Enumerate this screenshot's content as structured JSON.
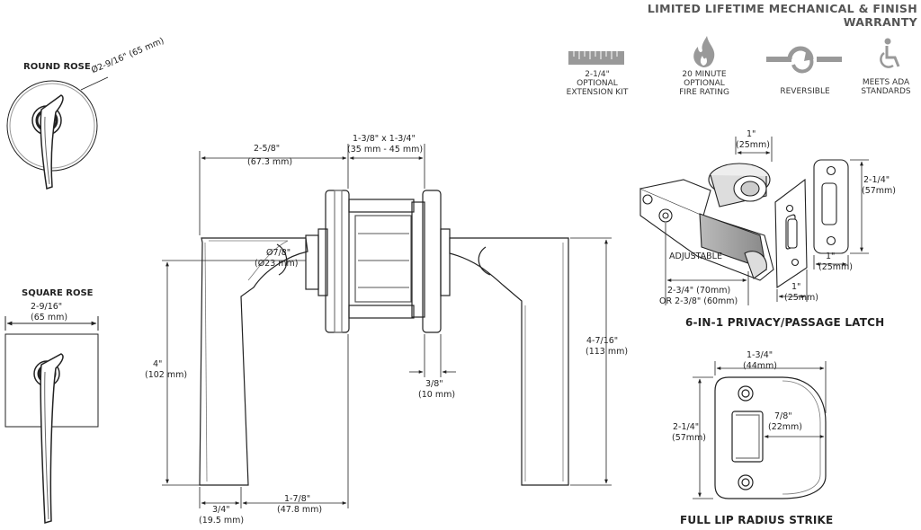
{
  "header": {
    "warranty": "LIMITED LIFETIME MECHANICAL & FINISH WARRANTY"
  },
  "features": [
    {
      "icon": "ruler-icon",
      "lines": [
        "2-1/4\"",
        "OPTIONAL",
        "EXTENSION KIT"
      ]
    },
    {
      "icon": "flame-icon",
      "lines": [
        "20 MINUTE",
        "OPTIONAL",
        "FIRE RATING"
      ]
    },
    {
      "icon": "reversible-arrow-icon",
      "lines": [
        "REVERSIBLE"
      ]
    },
    {
      "icon": "wheelchair-icon",
      "lines": [
        "MEETS ADA",
        "STANDARDS"
      ]
    }
  ],
  "round_rose": {
    "title": "ROUND ROSE",
    "dia": "Ø2-9/16\" (65 mm)"
  },
  "square_rose": {
    "title": "SQUARE ROSE",
    "width_in": "2-9/16\"",
    "width_mm": "(65 mm)"
  },
  "lever_dims": {
    "reach_in": "2-5/8\"",
    "reach_mm": "(67.3 mm)",
    "door_in": "1-3/8\" x 1-3/4\"",
    "door_mm": "(35 mm - 45 mm)",
    "dia_in": "Ø7/8\"",
    "dia_mm": "(Ø23 mm)",
    "height_in": "4\"",
    "height_mm": "(102 mm)",
    "full_in": "4-7/16\"",
    "full_mm": "(113 mm)",
    "gap_in": "3/8\"",
    "gap_mm": "(10 mm)",
    "tip_in": "3/4\"",
    "tip_mm": "(19.5 mm)",
    "base_in": "1-7/8\"",
    "base_mm": "(47.8 mm)"
  },
  "latch": {
    "title": "6-IN-1 PRIVACY/PASSAGE LATCH",
    "bolt_in": "1\"",
    "bolt_mm": "(25mm)",
    "plate_h_in": "2-1/4\"",
    "plate_h_mm": "(57mm)",
    "plate_w_in": "1\"",
    "plate_w_mm": "(25mm)",
    "face_w_in": "1\"",
    "face_w_mm": "(25mm)",
    "backset_1": "ADJUSTABLE",
    "backset_2": "2-3/4\" (70mm)",
    "backset_3": "OR 2-3/8\" (60mm)"
  },
  "strike": {
    "title": "FULL LIP RADIUS STRIKE",
    "width_in": "1-3/4\"",
    "width_mm": "(44mm)",
    "height_in": "2-1/4\"",
    "height_mm": "(57mm)",
    "lip_in": "7/8\"",
    "lip_mm": "(22mm)"
  }
}
